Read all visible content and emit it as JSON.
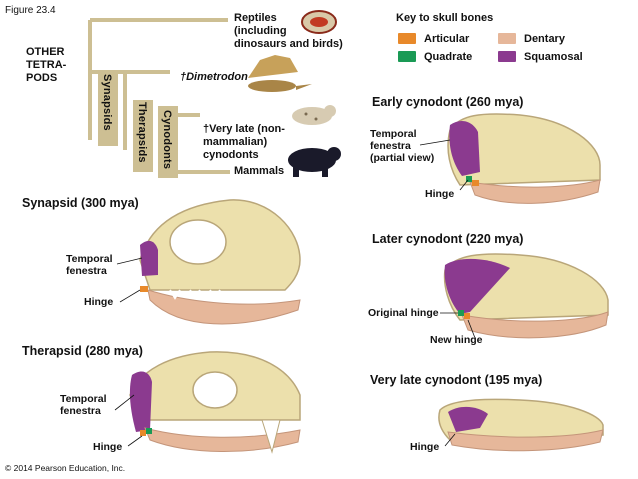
{
  "figure_label": "Figure 23.4",
  "copyright": "© 2014 Pearson Education, Inc.",
  "tree": {
    "other_tetrapods": "OTHER\nTETRA-\nPODS",
    "reptiles": "Reptiles\n(including\ndinosaurs and birds)",
    "dimetrodon": "†Dimetrodon",
    "late_cynodonts": "†Very late (non-\nmammalian)\ncynodonts",
    "mammals": "Mammals",
    "synapsids": "Synapsids",
    "therapsids": "Therapsids",
    "cynodonts": "Cynodonts"
  },
  "key": {
    "title": "Key to skull bones",
    "items": [
      {
        "label": "Articular",
        "color": "#e8892a"
      },
      {
        "label": "Dentary",
        "color": "#e6b79a"
      },
      {
        "label": "Quadrate",
        "color": "#1a9a55"
      },
      {
        "label": "Squamosal",
        "color": "#8b3a8f"
      }
    ]
  },
  "panels": {
    "synapsid": {
      "title": "Synapsid (300 mya)",
      "fenestra": "Temporal\nfenestra",
      "hinge": "Hinge"
    },
    "therapsid": {
      "title": "Therapsid (280 mya)",
      "fenestra": "Temporal\nfenestra",
      "hinge": "Hinge"
    },
    "early_cynodont": {
      "title": "Early cynodont (260 mya)",
      "fenestra": "Temporal\nfenestra\n(partial view)",
      "hinge": "Hinge"
    },
    "later_cynodont": {
      "title": "Later cynodont (220 mya)",
      "original_hinge": "Original hinge",
      "new_hinge": "New hinge"
    },
    "very_late_cynodont": {
      "title": "Very late cynodont (195 mya)",
      "hinge": "Hinge"
    }
  }
}
